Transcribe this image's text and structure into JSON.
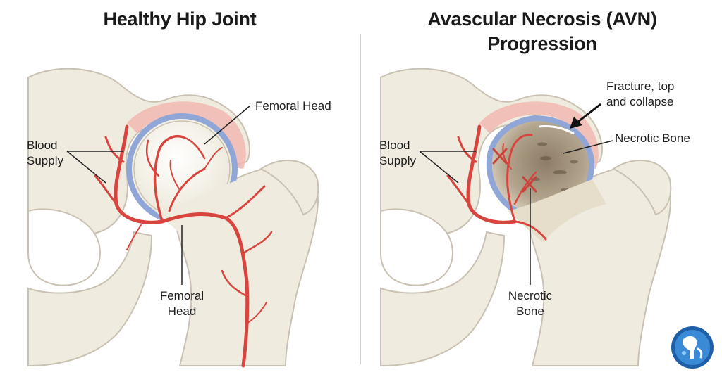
{
  "healthy": {
    "title": "Healthy Hip Joint",
    "labels": {
      "femoral_head_top": "Femoral Head",
      "blood_supply_line1": "Blood",
      "blood_supply_line2": "Supply",
      "femoral_head_bottom_line1": "Femoral",
      "femoral_head_bottom_line2": "Head"
    }
  },
  "avn": {
    "title_line1": "Avascular Necrosis (AVN)",
    "title_line2": "Progression",
    "labels": {
      "fracture_line1": "Fracture, top",
      "fracture_line2": "and collapse",
      "necrotic_bone_top": "Necrotic Bone",
      "blood_supply_line1": "Blood",
      "blood_supply_line2": "Supply",
      "necrotic_bone_bottom_line1": "Necrotic",
      "necrotic_bone_bottom_line2": "Bone"
    }
  },
  "colors": {
    "bone": "#efecdf",
    "bone_outline": "#c9c1b2",
    "cartilage_blue": "#8fa6d6",
    "vessel_red": "#d8453f",
    "tissue_pink": "#f0b9b3",
    "necrotic_brown": "#8d7d68"
  }
}
